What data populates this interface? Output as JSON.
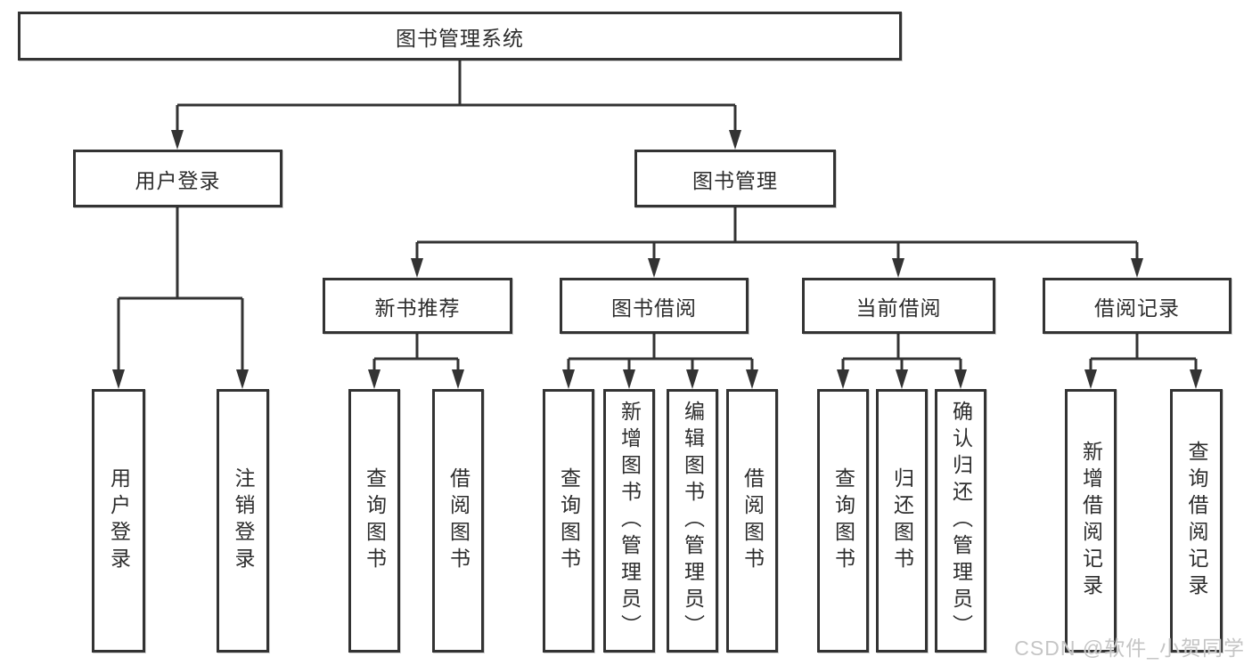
{
  "diagram": {
    "type": "tree-diagram",
    "colors": {
      "line": "#333333",
      "box_border": "#333333",
      "box_fill": "#ffffff",
      "text": "#2d2d2d",
      "watermark_text_color": "#c5c5c5"
    },
    "root": {
      "label": "图书管理系统",
      "children": [
        {
          "label": "用户登录",
          "children": [
            {
              "label": "用户登录"
            },
            {
              "label": "注销登录"
            }
          ]
        },
        {
          "label": "图书管理",
          "children": [
            {
              "label": "新书推荐",
              "children": [
                {
                  "label": "查询图书"
                },
                {
                  "label": "借阅图书"
                }
              ]
            },
            {
              "label": "图书借阅",
              "children": [
                {
                  "label": "查询图书"
                },
                {
                  "label": "新增图书（管理员）"
                },
                {
                  "label": "编辑图书（管理员）"
                },
                {
                  "label": "借阅图书"
                }
              ]
            },
            {
              "label": "当前借阅",
              "children": [
                {
                  "label": "查询图书"
                },
                {
                  "label": "归还图书"
                },
                {
                  "label": "确认归还（管理员）"
                }
              ]
            },
            {
              "label": "借阅记录",
              "children": [
                {
                  "label": "新增借阅记录"
                },
                {
                  "label": "查询借阅记录"
                }
              ]
            }
          ]
        }
      ]
    },
    "watermark": {
      "text": "CSDN @软件_小贺同学"
    }
  }
}
